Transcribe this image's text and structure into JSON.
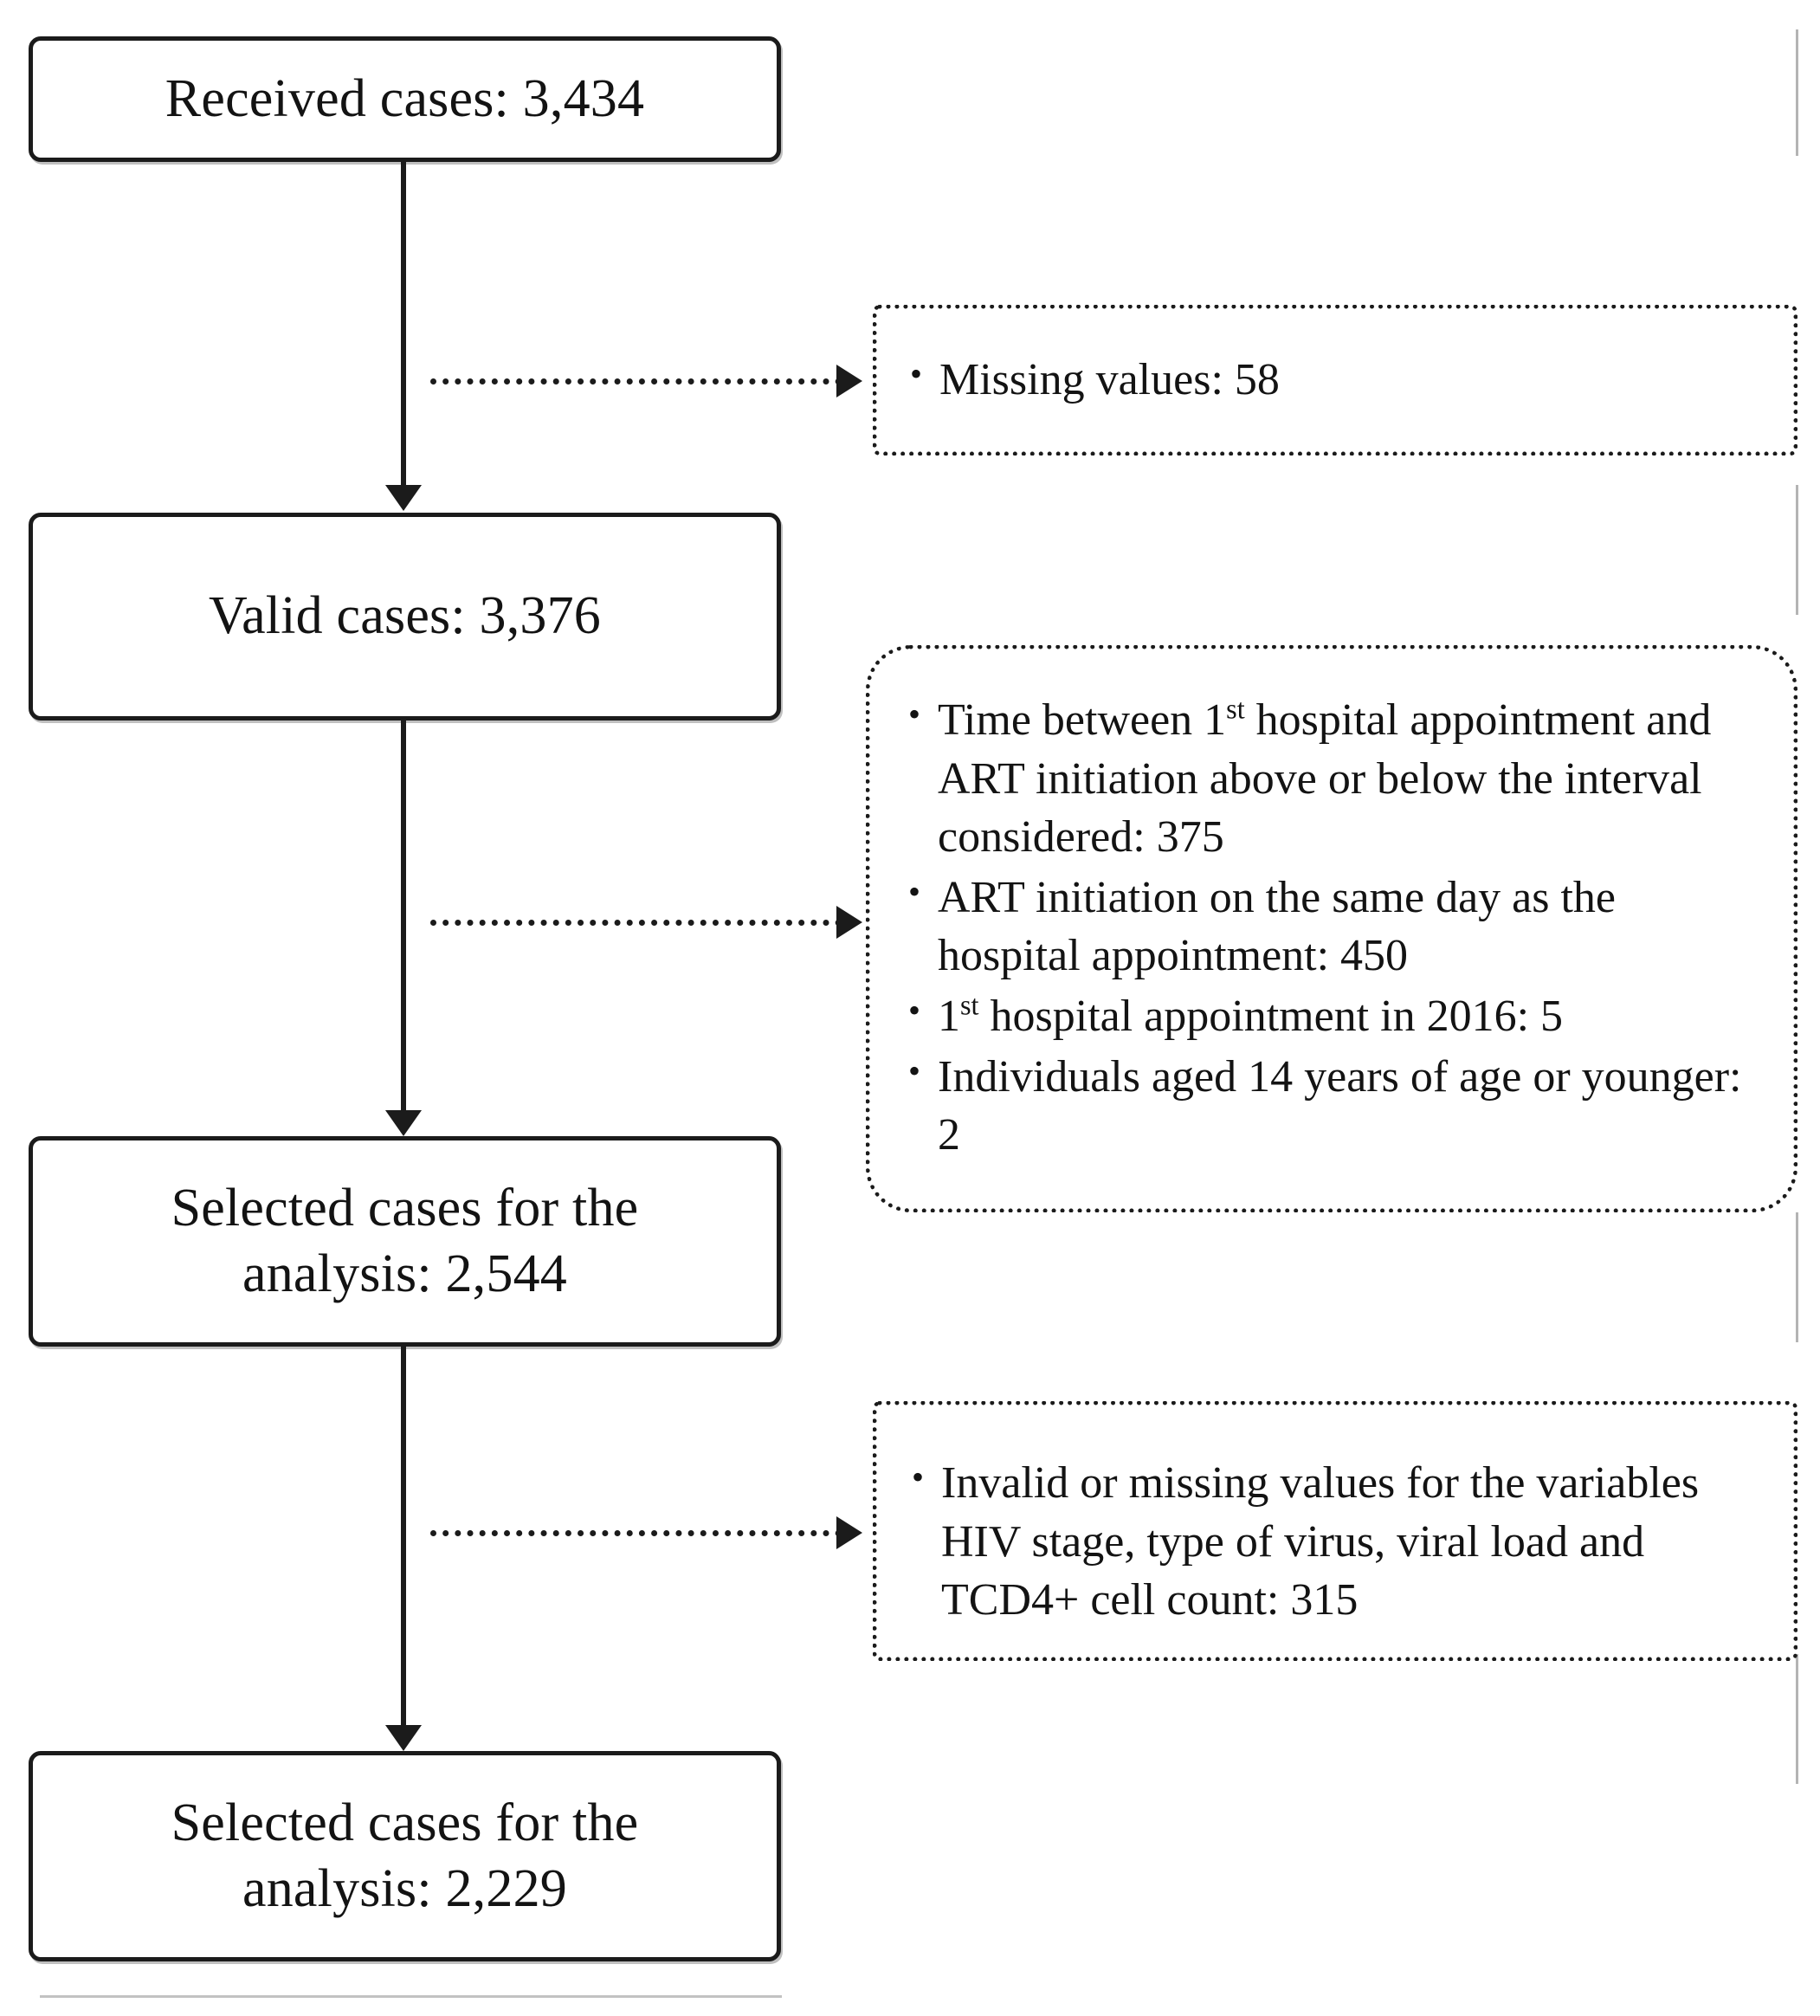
{
  "diagram": {
    "type": "flowchart",
    "orientation": "top-to-bottom",
    "nodes": [
      {
        "id": "received",
        "label": "Received cases: 3,434",
        "count": "3,434",
        "shape": "rounded-rectangle",
        "style": "solid"
      },
      {
        "id": "valid",
        "label": "Valid cases: 3,376",
        "count": "3,376",
        "shape": "rounded-rectangle",
        "style": "solid"
      },
      {
        "id": "selected-1",
        "label": "Selected cases for the\nanalysis: 2,544",
        "count": "2,544",
        "shape": "rounded-rectangle",
        "style": "solid"
      },
      {
        "id": "selected-2",
        "label": "Selected cases for the\nanalysis: 2,229",
        "count": "2,229",
        "shape": "rounded-rectangle",
        "style": "solid"
      }
    ],
    "exclusions": [
      {
        "id": "exclusion-1",
        "style": "dotted",
        "items": [
          {
            "text_before": "Missing values: 58",
            "sup": "",
            "text_after": "",
            "value": "58"
          }
        ]
      },
      {
        "id": "exclusion-2",
        "style": "dotted",
        "items": [
          {
            "text_before": "Time between 1",
            "sup": "st",
            "text_after": " hospital appointment and ART initiation above or below the interval considered: 375",
            "value": "375"
          },
          {
            "text_before": "ART initiation on the same day as the hospital appointment: 450",
            "sup": "",
            "text_after": "",
            "value": "450"
          },
          {
            "text_before": "1",
            "sup": "st",
            "text_after": " hospital appointment in 2016: 5",
            "value": "5"
          },
          {
            "text_before": "Individuals aged 14 years of age or younger: 2",
            "sup": "",
            "text_after": "",
            "value": "2"
          }
        ]
      },
      {
        "id": "exclusion-3",
        "style": "dotted",
        "items": [
          {
            "text_before": "Invalid or missing values for the variables HIV stage, type of virus, viral load and TCD4+ cell count: 315",
            "sup": "",
            "text_after": "",
            "value": "315"
          }
        ]
      }
    ],
    "connectors": [
      {
        "id": "flow-received-to-valid",
        "kind": "solid-down-arrow"
      },
      {
        "id": "flow-valid-to-selected1",
        "kind": "solid-down-arrow"
      },
      {
        "id": "flow-selected1-to-selected2",
        "kind": "solid-down-arrow"
      },
      {
        "id": "branch-to-exclusion-1",
        "kind": "dotted-right-arrow"
      },
      {
        "id": "branch-to-exclusion-2",
        "kind": "dotted-right-arrow"
      },
      {
        "id": "branch-to-exclusion-3",
        "kind": "dotted-right-arrow"
      }
    ],
    "colors": {
      "stroke": "#1b1b1b",
      "background": "#ffffff",
      "text": "#131313",
      "faint_rule": "#b4b4b4"
    }
  }
}
